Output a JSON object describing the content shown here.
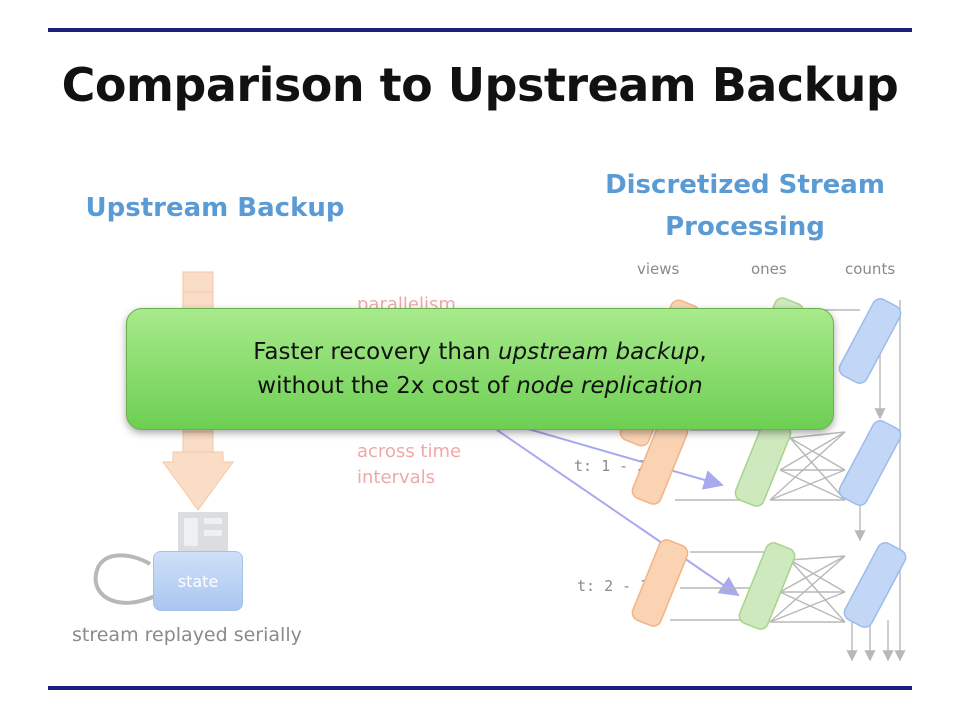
{
  "title": "Comparison to Upstream Backup",
  "left_header": "Upstream Backup",
  "right_header_line1": "Discretized Stream",
  "right_header_line2": "Processing",
  "col_labels": [
    "views",
    "ones",
    "counts"
  ],
  "faded_top": "parallelism",
  "faded_bottom_1": "across time",
  "faded_bottom_2": "intervals",
  "time_labels": [
    "t: 1 - 2",
    "t: 2 - 3"
  ],
  "state_label": "state",
  "replay_label": "stream replayed serially",
  "callout": {
    "line1_a": "Faster recovery than ",
    "line1_b": "upstream backup",
    "line1_c": ",",
    "line2_a": "without the 2x cost of ",
    "line2_b": "node replication"
  },
  "colors": {
    "rule": "#1e1f7a",
    "header": "#5b9bd5",
    "orange": "#f7c59f",
    "green": "#c6e5b3",
    "blue": "#b8d0f4",
    "callout": "#7fd862"
  }
}
